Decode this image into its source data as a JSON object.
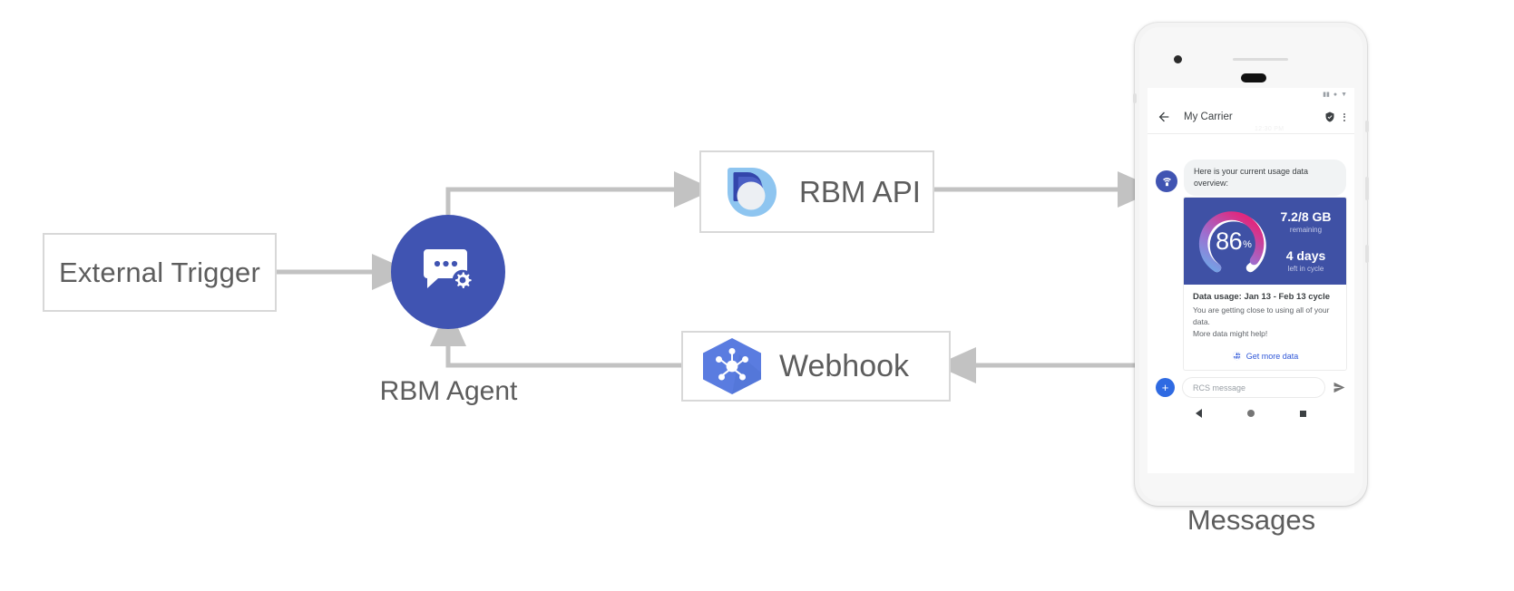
{
  "diagram": {
    "nodes": {
      "external_trigger": {
        "label": "External Trigger"
      },
      "rbm_agent": {
        "label": "RBM Agent",
        "icon": "chat-gear-icon",
        "color": "#4054b2"
      },
      "rbm_api": {
        "label": "RBM API",
        "icon": "rbm-droplet-icon"
      },
      "webhook": {
        "label": "Webhook",
        "icon": "hexagon-nodes-icon"
      },
      "device": {
        "label": "Messages"
      }
    }
  },
  "phone": {
    "status_bar": {
      "icons": [
        "signal-icon",
        "wifi-dot-icon",
        "battery-icon"
      ]
    },
    "app_bar": {
      "back_icon": "back-arrow-icon",
      "title": "My Carrier",
      "verified_icon": "verified-shield-icon",
      "overflow_icon": "overflow-menu-icon",
      "timestamp": "12:30 PM"
    },
    "conversation": {
      "avatar_icon": "carrier-wifi-avatar-icon",
      "bubble_text": "Here is your current usage data overview:",
      "card": {
        "gauge": {
          "value": "86",
          "unit": "%",
          "percent": 86
        },
        "data_amount": "7.2/8 GB",
        "data_amount_sub": "remaining",
        "days_left": "4 days",
        "days_left_sub": "left in cycle",
        "title": "Data usage: Jan 13 - Feb 13 cycle",
        "description_line1": "You are getting close to using all of your data.",
        "description_line2": "More data might help!",
        "action_icon": "globe-icon",
        "action_label": "Get more data",
        "media_bg": "#3f51a5",
        "action_color": "#2f57d8"
      }
    },
    "composer": {
      "plus_icon": "plus-icon",
      "placeholder": "RCS message",
      "send_icon": "send-icon"
    },
    "nav_bar": {
      "back_icon": "nav-back-icon",
      "home_icon": "nav-home-icon",
      "recents_icon": "nav-recents-icon"
    }
  }
}
